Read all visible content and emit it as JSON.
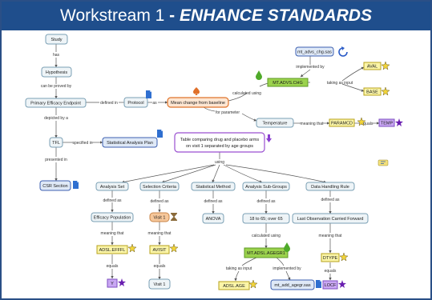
{
  "title": {
    "prefix": "Workstream 1",
    "separator": "-",
    "emphasis": "ENHANCE STANDARDS"
  },
  "nodes": {
    "study": "Study",
    "hypothesis": "Hypothesis",
    "endpoint": "Primary Efficacy Endpoint",
    "protocol": "Protocol",
    "mean_change": "Mean change from baseline",
    "mt_advs_chg_sas": "mt_advs_chg.sas",
    "mt_advs_chg": "MT.ADVS.CHG",
    "aval": "AVAL",
    "base": "BASE",
    "temperature": "Temperature",
    "paramcd": "PARAMCD",
    "temp": "TEMP",
    "tfl": "TFL",
    "sap": "Statistical Analysis Plan",
    "table": [
      "Table comparing drug and placebo arms",
      "on visit 1 separated by age groups"
    ],
    "csr": "CSR Section",
    "analysis_set": "Analysis Set",
    "selection_criteria": "Selection Criteria",
    "statistical_method": "Statistical Method",
    "analysis_subgroups": "Analysis Sub-Groups",
    "data_handling": "Data Handling Rule",
    "efficacy_population": "Efficacy Population",
    "visit1_orange": "Visit 1",
    "anova": "ANOVA",
    "age_groups": "18 to 65; over 65",
    "locf": "Last Observation Carried Forward",
    "adsl_efffl": "ADSL.EFFFL",
    "avisit": "AVISIT",
    "mt_adsl_agegr1": "MT.ADSL.AGEGR1",
    "dtype": "DTYPE",
    "y": "Y",
    "visit1": "Visit 1",
    "adsl_age": "ADSL.AGE",
    "mt_add_agegr_sas": "mt_add_agegr.sas",
    "locf_code": "LOCF"
  },
  "links": {
    "has": "has",
    "can_be_proved_by": "can be proved by",
    "defined_in": "defined in",
    "as": "as",
    "implemented_by": "implemented by",
    "calculated_using": "calculated using",
    "taking_as_input": "taking as input",
    "for_parameter": "for parameter",
    "meaning_that": "meaning that",
    "equals": "equals",
    "depicted_by": "depicted by a",
    "specified_in": "specified in",
    "presented_in": "presented in",
    "using": "using",
    "defined_as": "defined as"
  },
  "colors": {
    "title_bar": "#1f4e8c",
    "frame_border": "#2a4f86",
    "node_default": "#eef4f7",
    "node_blue": "#dfe9f7",
    "node_orange": "#fde6d2",
    "node_green": "#9bd24d",
    "node_yellow": "#fbf5a8",
    "node_violet": "#c9a7f3",
    "icon_document": "#2f6fd0",
    "icon_sync": "#2a5bc7",
    "icon_drop": "#4faa2a",
    "icon_spade": "#e0702a",
    "icon_star": "#6a1fb0"
  },
  "icons": [
    "document-icon",
    "sync-icon",
    "drop-icon",
    "spade-icon",
    "star-icon",
    "hourglass-icon",
    "arrow-down-icon",
    "tool-icon"
  ]
}
